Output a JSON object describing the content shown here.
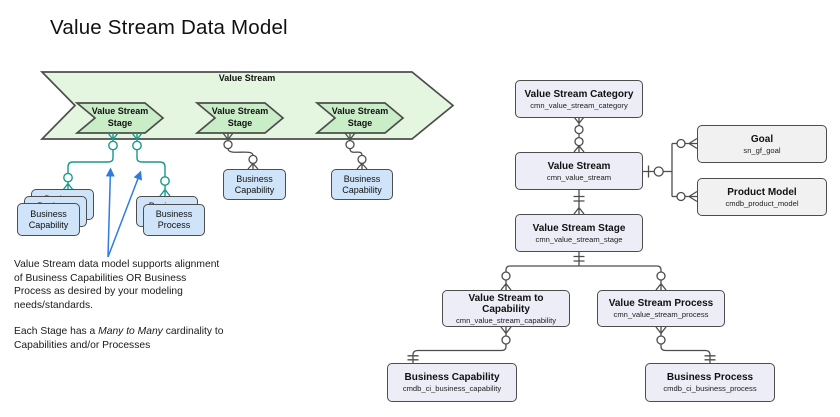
{
  "title": "Value Stream Data Model",
  "colors": {
    "band_fill": "#E4F6E0",
    "stage_fill": "#C9EDC7",
    "shape_stroke": "#4D4D4D",
    "capability_fill": "#CFE4F9",
    "entity_fill": "#EDEDF7",
    "entity_alt_fill": "#F1F1F1",
    "teal": "#17998C",
    "blue": "#2F7BE0"
  },
  "flow": {
    "band_label": "Value Stream",
    "stage_label": "Value Stream Stage",
    "capability_label": "Business Capability",
    "process_label": "Business Process"
  },
  "notes": {
    "para1": "Value Stream data model supports alignment of Business Capabilities OR Business Process as desired by your modeling needs/standards.",
    "para2_pre": "Each Stage has a ",
    "para2_italic": "Many to Many",
    "para2_post": " cardinality to Capabilities and/or Processes"
  },
  "erd": {
    "entities": [
      {
        "name": "Value Stream Category",
        "table": "cmn_value_stream_category"
      },
      {
        "name": "Value Stream",
        "table": "cmn_value_stream"
      },
      {
        "name": "Goal",
        "table": "sn_gf_goal"
      },
      {
        "name": "Product Model",
        "table": "cmdb_product_model"
      },
      {
        "name": "Value Stream Stage",
        "table": "cmn_value_stream_stage"
      },
      {
        "name": "Value Stream to Capability",
        "table": "cmn_value_stream_capability"
      },
      {
        "name": "Value Stream Process",
        "table": "cmn_value_stream_process"
      },
      {
        "name": "Business Capability",
        "table": "cmdb_ci_business_capability"
      },
      {
        "name": "Business Process",
        "table": "cmdb_ci_business_process"
      }
    ]
  }
}
